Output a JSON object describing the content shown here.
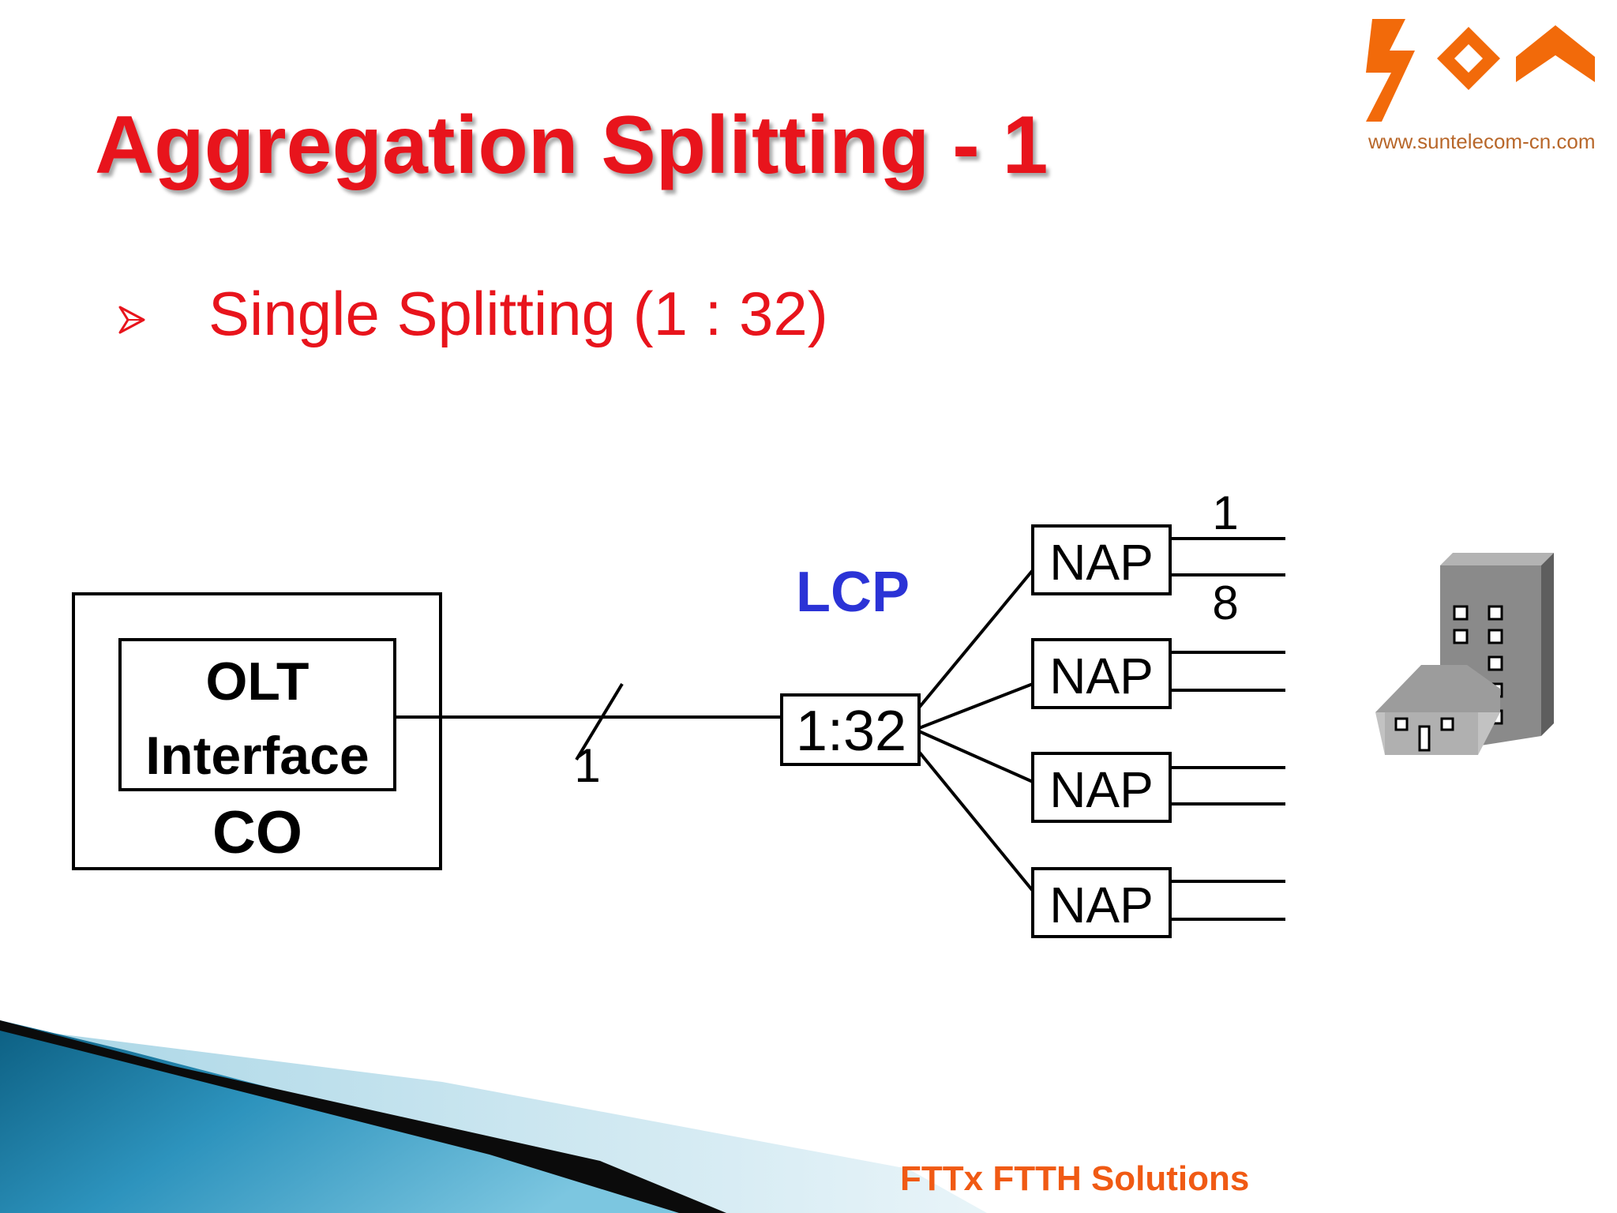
{
  "slide": {
    "title": "Aggregation Splitting - 1",
    "bullet": "Single Splitting (1 : 32)",
    "footer": "FTTx FTTH Solutions"
  },
  "logo": {
    "url": "www.suntelecom-cn.com",
    "color": "#f26a0a"
  },
  "diagram": {
    "co_box_label": "CO",
    "olt_label_line1": "OLT",
    "olt_label_line2": "Interface",
    "feeder_count": "1",
    "lcp_label": "LCP",
    "splitter_ratio": "1:32",
    "nap_labels": [
      "NAP",
      "NAP",
      "NAP",
      "NAP"
    ],
    "drop_first": "1",
    "drop_last": "8"
  },
  "colors": {
    "title": "#e8141c",
    "lcp": "#2b33d6",
    "footer": "#f05a14"
  }
}
